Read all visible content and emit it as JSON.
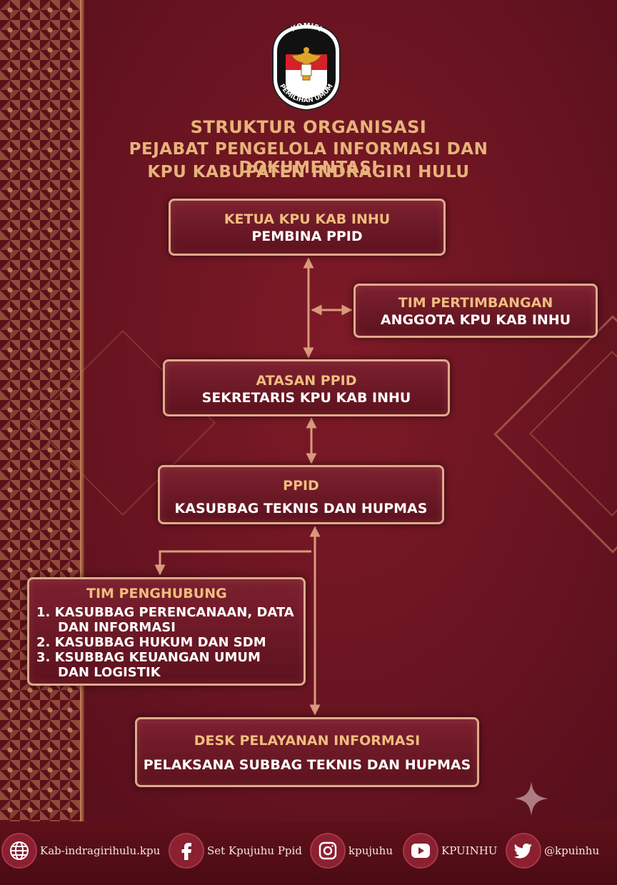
{
  "logo": {
    "top_text": "KOMISI",
    "bottom_text": "PEMILIHAN UMUM"
  },
  "title": {
    "line1": "STRUKTUR ORGANISASI",
    "line2": "PEJABAT PENGELOLA INFORMASI DAN DOKUMENTASI",
    "line3": "KPU KABUPATEN INDRAGIRI HULU"
  },
  "nodes": {
    "pembina": {
      "title": "KETUA KPU KAB INHU",
      "subtitle": "PEMBINA PPID"
    },
    "pertimbangan": {
      "title": "TIM PERTIMBANGAN",
      "subtitle": "ANGGOTA KPU KAB INHU"
    },
    "atasan": {
      "title": "ATASAN PPID",
      "subtitle": "SEKRETARIS KPU KAB INHU"
    },
    "ppid": {
      "title": "PPID",
      "subtitle": "KASUBBAG TEKNIS DAN HUPMAS"
    },
    "penghubung": {
      "title": "TIM PENGHUBUNG",
      "items": [
        "1. KASUBBAG PERENCANAAN, DATA DAN INFORMASI",
        "2. KASUBBAG HUKUM DAN SDM",
        "3. KSUBBAG KEUANGAN UMUM DAN LOGISTIK"
      ]
    },
    "desk": {
      "title": "DESK PELAYANAN INFORMASI",
      "subtitle": "PELAKSANA SUBBAG TEKNIS DAN HUPMAS"
    }
  },
  "social": [
    {
      "icon": "globe-icon",
      "label": "Kab-indragirihulu.kpu"
    },
    {
      "icon": "facebook-icon",
      "label": "Set Kpujuhu Ppid"
    },
    {
      "icon": "instagram-icon",
      "label": "kpujuhu"
    },
    {
      "icon": "youtube-icon",
      "label": "KPUINHU"
    },
    {
      "icon": "twitter-icon",
      "label": "@kpuinhu"
    }
  ],
  "colors": {
    "background": "#6b1420",
    "title_gold": "#e6b47a",
    "box_border": "#e2a98b",
    "connector": "#d99a7c"
  }
}
